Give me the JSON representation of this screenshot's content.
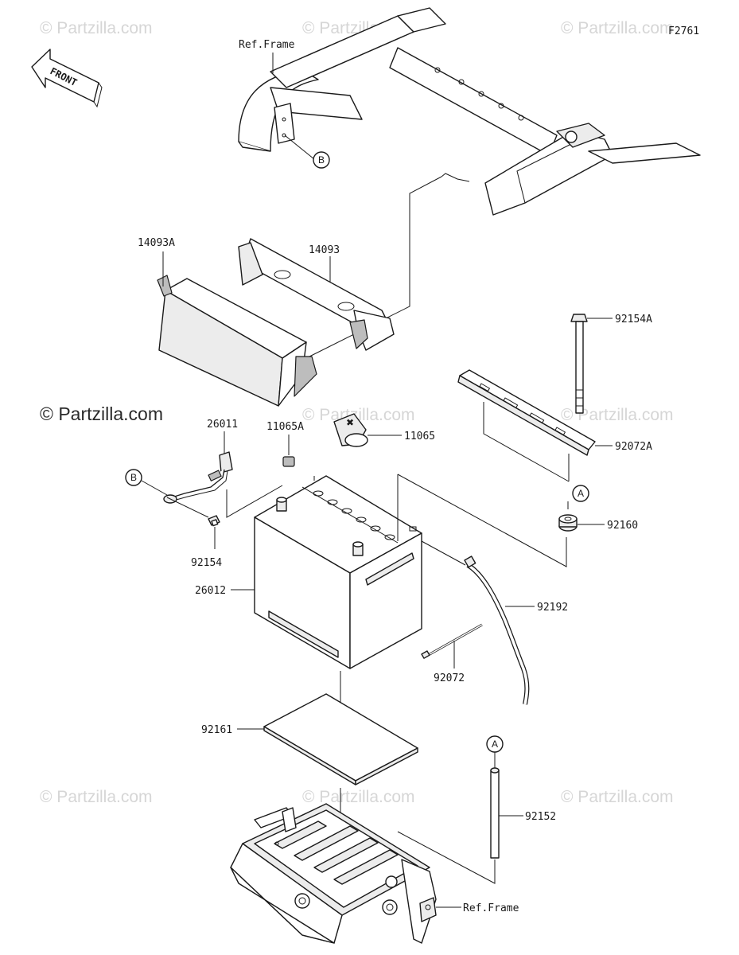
{
  "figure_code": "F2761",
  "front_label": "FRONT",
  "copyright": "© Partzilla.com",
  "watermark": "© Partzilla.com",
  "callouts": {
    "ref_frame_top": "Ref.Frame",
    "ref_frame_bottom": "Ref.Frame",
    "p14093A": "14093A",
    "p14093": "14093",
    "p92154A": "92154A",
    "p92072A": "92072A",
    "p26011": "26011",
    "p11065A": "11065A",
    "p11065": "11065",
    "p92160": "92160",
    "p92154": "92154",
    "p26012": "26012",
    "p92192": "92192",
    "p92072": "92072",
    "p92161": "92161",
    "p92152": "92152"
  },
  "ref_markers": {
    "A": "A",
    "B": "B"
  }
}
